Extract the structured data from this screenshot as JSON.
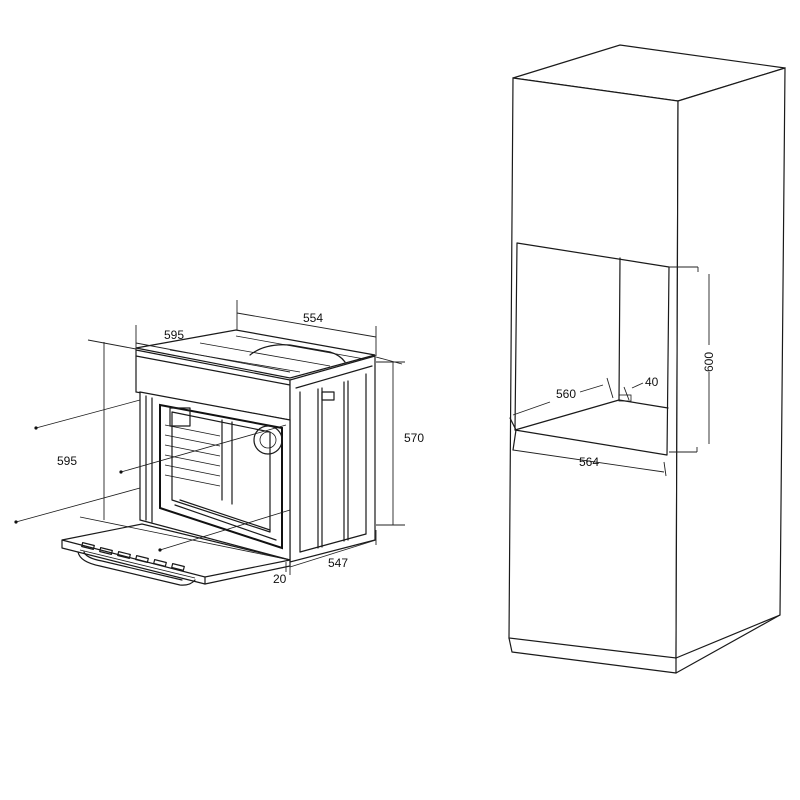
{
  "figure": {
    "type": "installation-dimension-diagram",
    "subject": "built-in oven and tall housing cabinet",
    "colors": {
      "line": "#1a1a1a",
      "background": "#ffffff"
    }
  },
  "oven": {
    "dimensions": {
      "front_width": "595",
      "top_depth": "554",
      "front_height": "595",
      "side_height": "570",
      "bottom_depth": "547",
      "door_offset": "20"
    }
  },
  "cabinet": {
    "dimensions": {
      "niche_height": "600",
      "niche_depth": "560",
      "rear_gap": "40",
      "niche_width": "564"
    }
  }
}
